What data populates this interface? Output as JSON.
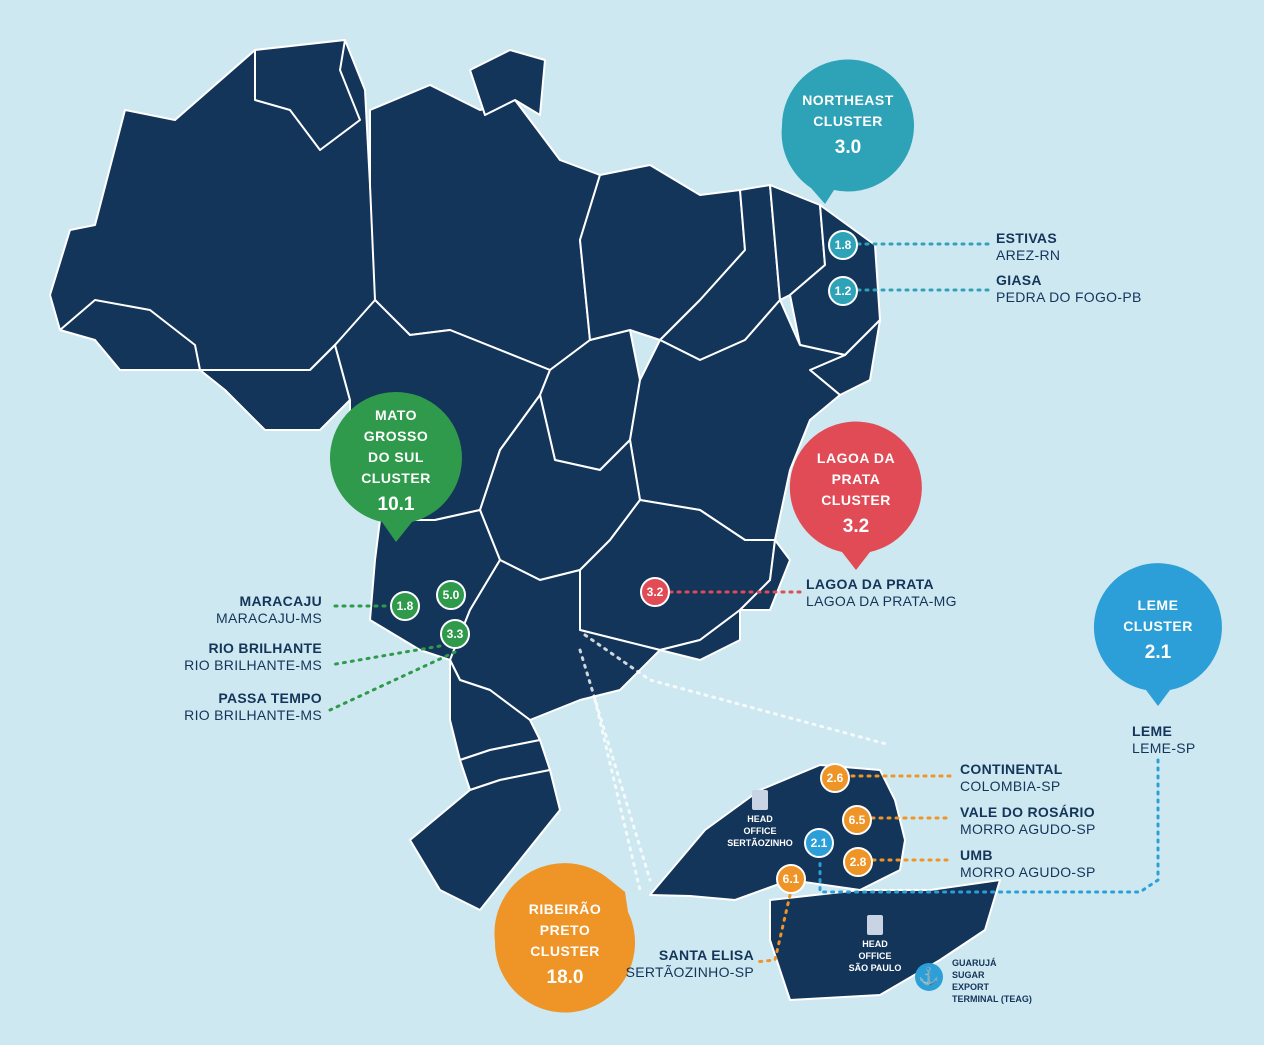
{
  "colors": {
    "background": "#cde8f0",
    "map": "#14355a",
    "teal": "#2ea3b7",
    "green": "#2f9a4b",
    "red": "#e14b55",
    "blue": "#2d9fd8",
    "orange": "#ef9426"
  },
  "clusters": {
    "northeast": {
      "lines": [
        "NORTHEAST",
        "CLUSTER"
      ],
      "value": "3.0"
    },
    "mato_grosso": {
      "lines": [
        "MATO",
        "GROSSO",
        "DO SUL",
        "CLUSTER"
      ],
      "value": "10.1"
    },
    "lagoa": {
      "lines": [
        "LAGOA DA",
        "PRATA",
        "CLUSTER"
      ],
      "value": "3.2"
    },
    "leme": {
      "lines": [
        "LEME",
        "CLUSTER"
      ],
      "value": "2.1"
    },
    "ribeirao": {
      "lines": [
        "RIBEIRÃO",
        "PRETO",
        "CLUSTER"
      ],
      "value": "18.0"
    }
  },
  "mills": {
    "estivas": {
      "value": "1.8",
      "name": "ESTIVAS",
      "location": "AREZ-RN"
    },
    "giasa": {
      "value": "1.2",
      "name": "GIASA",
      "location": "PEDRA DO FOGO-PB"
    },
    "maracaju": {
      "value": "1.8",
      "name": "MARACAJU",
      "location": "MARACAJU-MS"
    },
    "rio_brilhante": {
      "value": "5.0",
      "name": "RIO BRILHANTE",
      "location": "RIO BRILHANTE-MS"
    },
    "passa_tempo": {
      "value": "3.3",
      "name": "PASSA TEMPO",
      "location": "RIO BRILHANTE-MS"
    },
    "lagoa_prata": {
      "value": "3.2",
      "name": "LAGOA DA PRATA",
      "location": "LAGOA DA PRATA-MG"
    },
    "leme": {
      "value": "2.1",
      "name": "LEME",
      "location": "LEME-SP"
    },
    "continental": {
      "value": "2.6",
      "name": "CONTINENTAL",
      "location": "COLOMBIA-SP"
    },
    "vale": {
      "value": "6.5",
      "name": "VALE DO ROSÁRIO",
      "location": "MORRO AGUDO-SP"
    },
    "umb": {
      "value": "2.8",
      "name": "UMB",
      "location": "MORRO AGUDO-SP"
    },
    "santa_elisa": {
      "value": "6.1",
      "name": "SANTA ELISA",
      "location": "SERTÃOZINHO-SP"
    }
  },
  "offices": {
    "sertaozinho": [
      "HEAD",
      "OFFICE",
      "SERTÃOZINHO"
    ],
    "sao_paulo": [
      "HEAD",
      "OFFICE",
      "SÃO PAULO"
    ]
  },
  "terminal": {
    "lines": [
      "GUARUJÁ",
      "SUGAR",
      "EXPORT",
      "TERMINAL (TEAG)"
    ]
  }
}
